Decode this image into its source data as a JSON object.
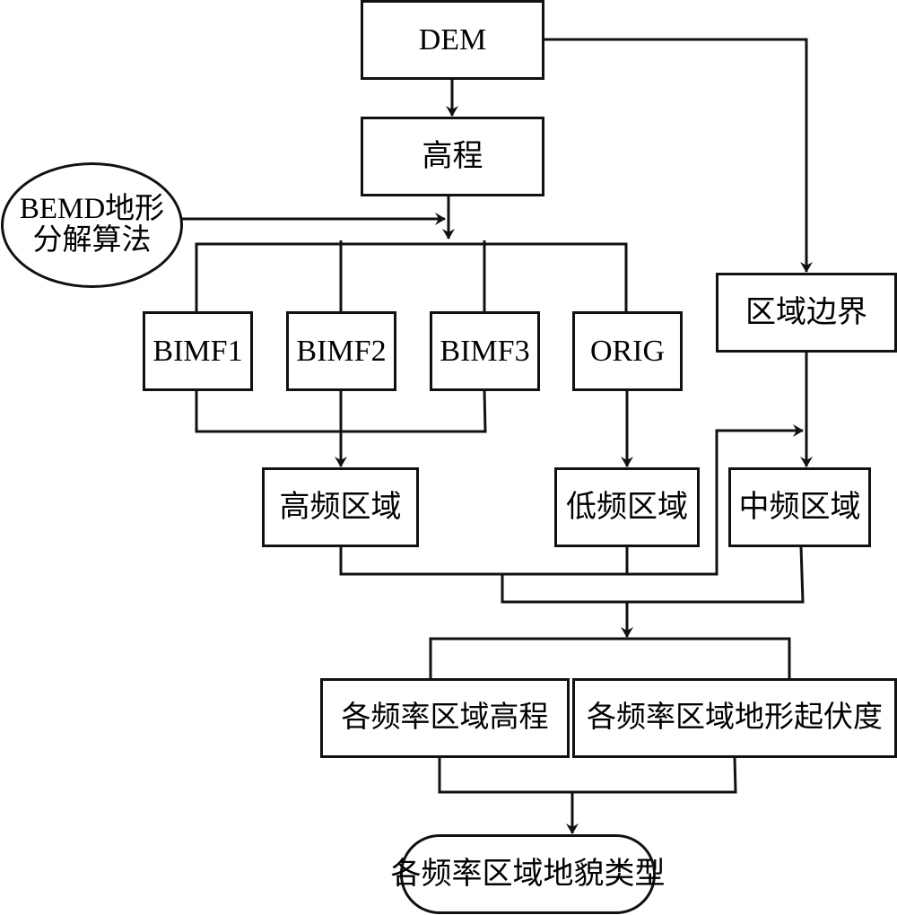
{
  "diagram": {
    "type": "flowchart",
    "nodes": {
      "dem": "DEM",
      "elevation": "高程",
      "bemd": "BEMD地形分解算法",
      "bemd_line1": "BEMD地形",
      "bemd_line2": "分解算法",
      "bimf1": "BIMF1",
      "bimf2": "BIMF2",
      "bimf3": "BIMF3",
      "orig": "ORIG",
      "region_boundary": "区域边界",
      "high_freq": "高频区域",
      "low_freq": "低频区域",
      "mid_freq": "中频区域",
      "freq_elevation": "各频率区域高程",
      "freq_relief": "各频率区域地形起伏度",
      "landform_types": "各频率区域地貌类型"
    },
    "edges": [
      {
        "from": "DEM",
        "to": "高程"
      },
      {
        "from": "DEM",
        "to": "区域边界"
      },
      {
        "from": "高程",
        "to": [
          "BIMF1",
          "BIMF2",
          "BIMF3",
          "ORIG"
        ]
      },
      {
        "from": "BEMD地形分解算法",
        "to": "decomposition"
      },
      {
        "from": [
          "BIMF1",
          "BIMF2",
          "BIMF3"
        ],
        "to": "高频区域"
      },
      {
        "from": "ORIG",
        "to": "低频区域"
      },
      {
        "from": "区域边界",
        "to": "中频区域"
      },
      {
        "from": [
          "高频区域",
          "低频区域"
        ],
        "to": "中频区域"
      },
      {
        "from": [
          "高频区域",
          "低频区域",
          "中频区域"
        ],
        "to": [
          "各频率区域高程",
          "各频率区域地形起伏度"
        ]
      },
      {
        "from": [
          "各频率区域高程",
          "各频率区域地形起伏度"
        ],
        "to": "各频率区域地貌类型"
      }
    ]
  }
}
